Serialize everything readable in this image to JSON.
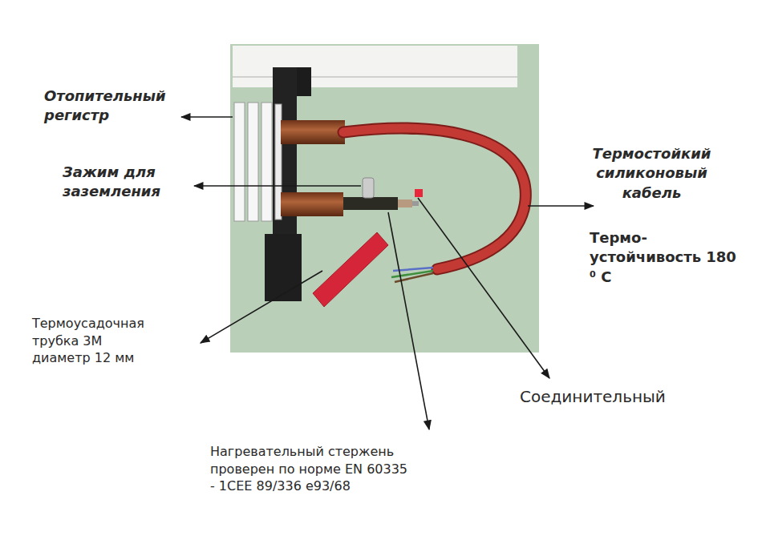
{
  "diagram": {
    "labels": [
      "Отопительный регистр",
      "Зажим для заземления",
      "Термостойкий силиконовый кабель",
      "Термо- устойчивость 180 ⁰ C",
      "Термоусадочная трубка 3M диаметр 12 мм",
      "Соединительный",
      "Нагревательный стержень проверен по норме EN 60335 - 1CEE 89/336 e93/68"
    ]
  }
}
